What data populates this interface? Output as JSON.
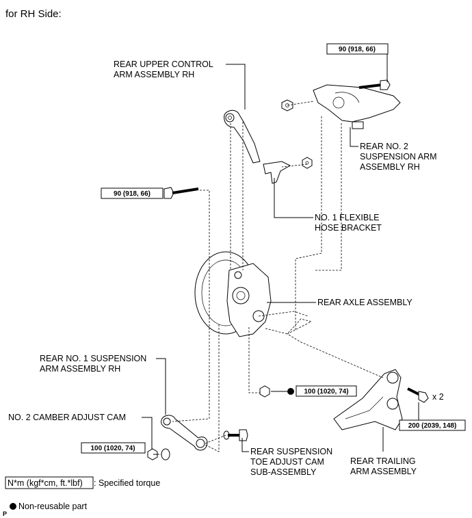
{
  "heading": "for RH Side:",
  "labels": {
    "upper_arm": [
      "REAR UPPER CONTROL",
      "ARM ASSEMBLY RH"
    ],
    "no2_arm": [
      "REAR NO. 2",
      "SUSPENSION ARM",
      "ASSEMBLY RH"
    ],
    "hose_bracket": [
      "NO. 1 FLEXIBLE",
      "HOSE BRACKET"
    ],
    "axle": "REAR AXLE ASSEMBLY",
    "no1_arm": [
      "REAR NO. 1 SUSPENSION",
      "ARM ASSEMBLY RH"
    ],
    "camber_cam": "NO. 2 CAMBER ADJUST CAM",
    "toe_cam": [
      "REAR SUSPENSION",
      "TOE ADJUST CAM",
      "SUB-ASSEMBLY"
    ],
    "trailing_arm": [
      "REAR TRAILING",
      "ARM ASSEMBLY"
    ]
  },
  "torques": {
    "t1": "90 (918, 66)",
    "t2": "90 (918, 66)",
    "t3": "100 (1020, 74)",
    "t4": "100 (1020, 74)",
    "t5": "200 (2039, 148)"
  },
  "multiplier": "x 2",
  "legend": {
    "torque_box": "N*m (kgf*cm, ft.*lbf)",
    "torque_text": ": Specified torque",
    "nonreusable": "Non-reusable part"
  },
  "corner_mark": "P"
}
